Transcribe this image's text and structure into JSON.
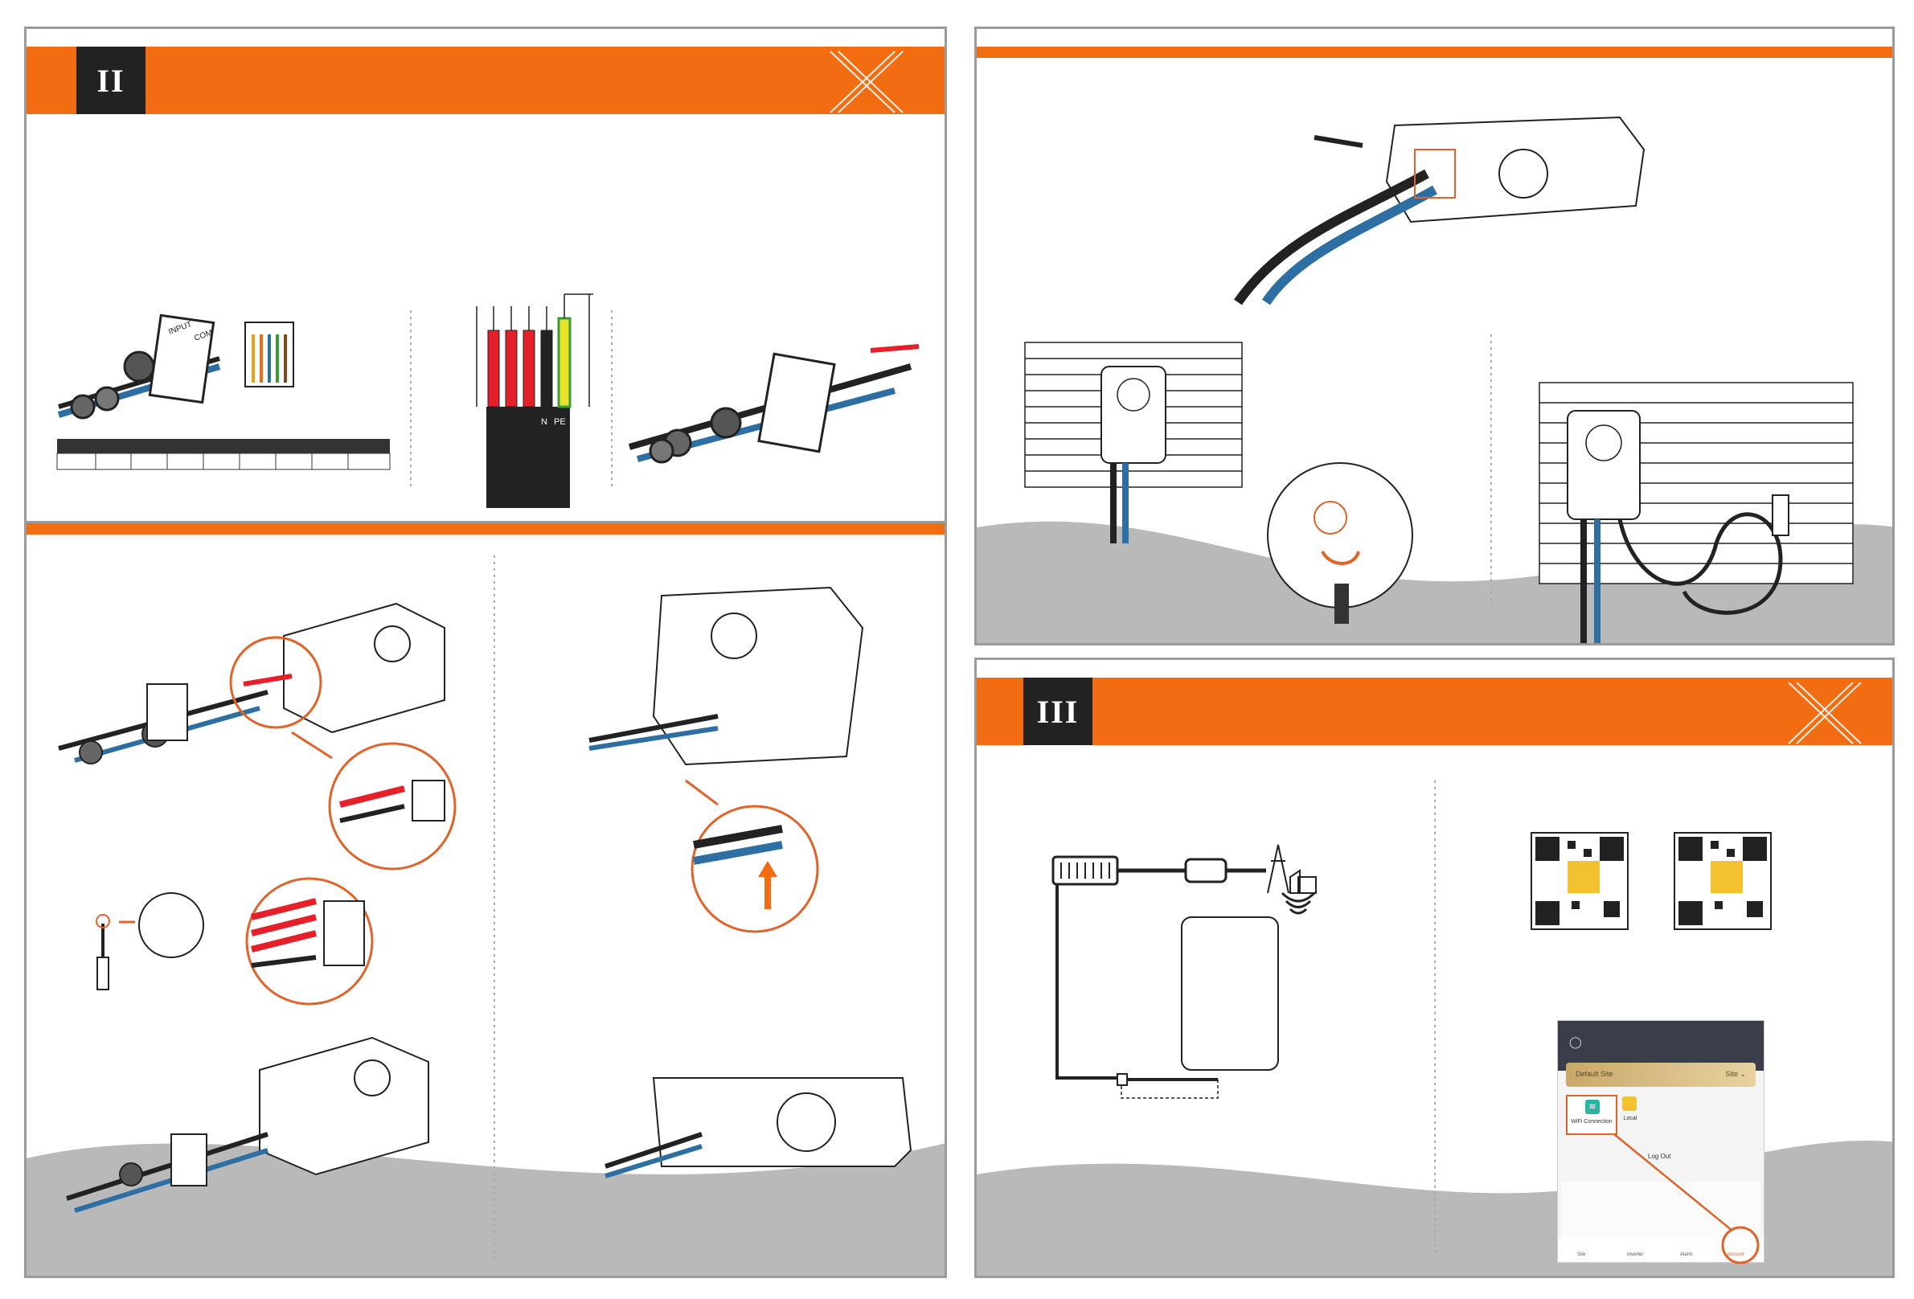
{
  "sections": {
    "wiring": {
      "numeral": "II"
    },
    "app": {
      "numeral": "III"
    }
  },
  "wire_labels": {
    "n": "N",
    "pe": "PE"
  },
  "enclosure_labels": {
    "input": "INPUT",
    "com": "COM"
  },
  "app_screen": {
    "site_name": "Default Site",
    "site_menu": "Site ⌄",
    "wifi_label": "WiFi Connection",
    "local_label": "Local",
    "logout": "Log Out",
    "tabs": [
      "Site",
      "Inverter",
      "Alarm",
      "Account"
    ]
  },
  "colors": {
    "accent": "#f26c12",
    "dark": "#222222",
    "cable_blue": "#2e6fa3",
    "wire_red": "#e5202a",
    "wire_yellow": "#e8e22a",
    "ground_gray": "#b9b9b9"
  }
}
